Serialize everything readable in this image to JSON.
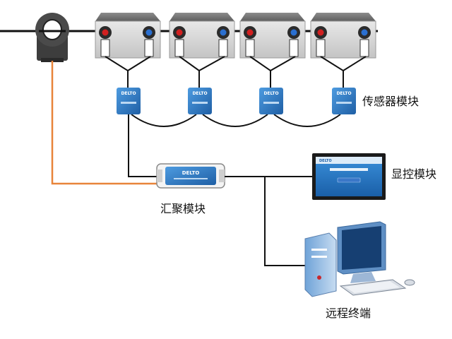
{
  "labels": {
    "sensor_module": "传感器模块",
    "aggregation_module": "汇聚模块",
    "display_control_module": "显控模块",
    "remote_terminal": "远程终端"
  },
  "device_brand": "DELTO",
  "colors": {
    "wire": "#111111",
    "signal_wire": "#e8843a",
    "sensor_blue": "#2f7fc4",
    "battery_body": "#d9d9d9",
    "screen_blue": "#1d6fc0",
    "terminal_red": "#c8282e"
  },
  "icons": [
    "current-transformer-icon",
    "battery-icon",
    "sensor-icon",
    "aggregator-icon",
    "display-icon",
    "computer-icon"
  ]
}
